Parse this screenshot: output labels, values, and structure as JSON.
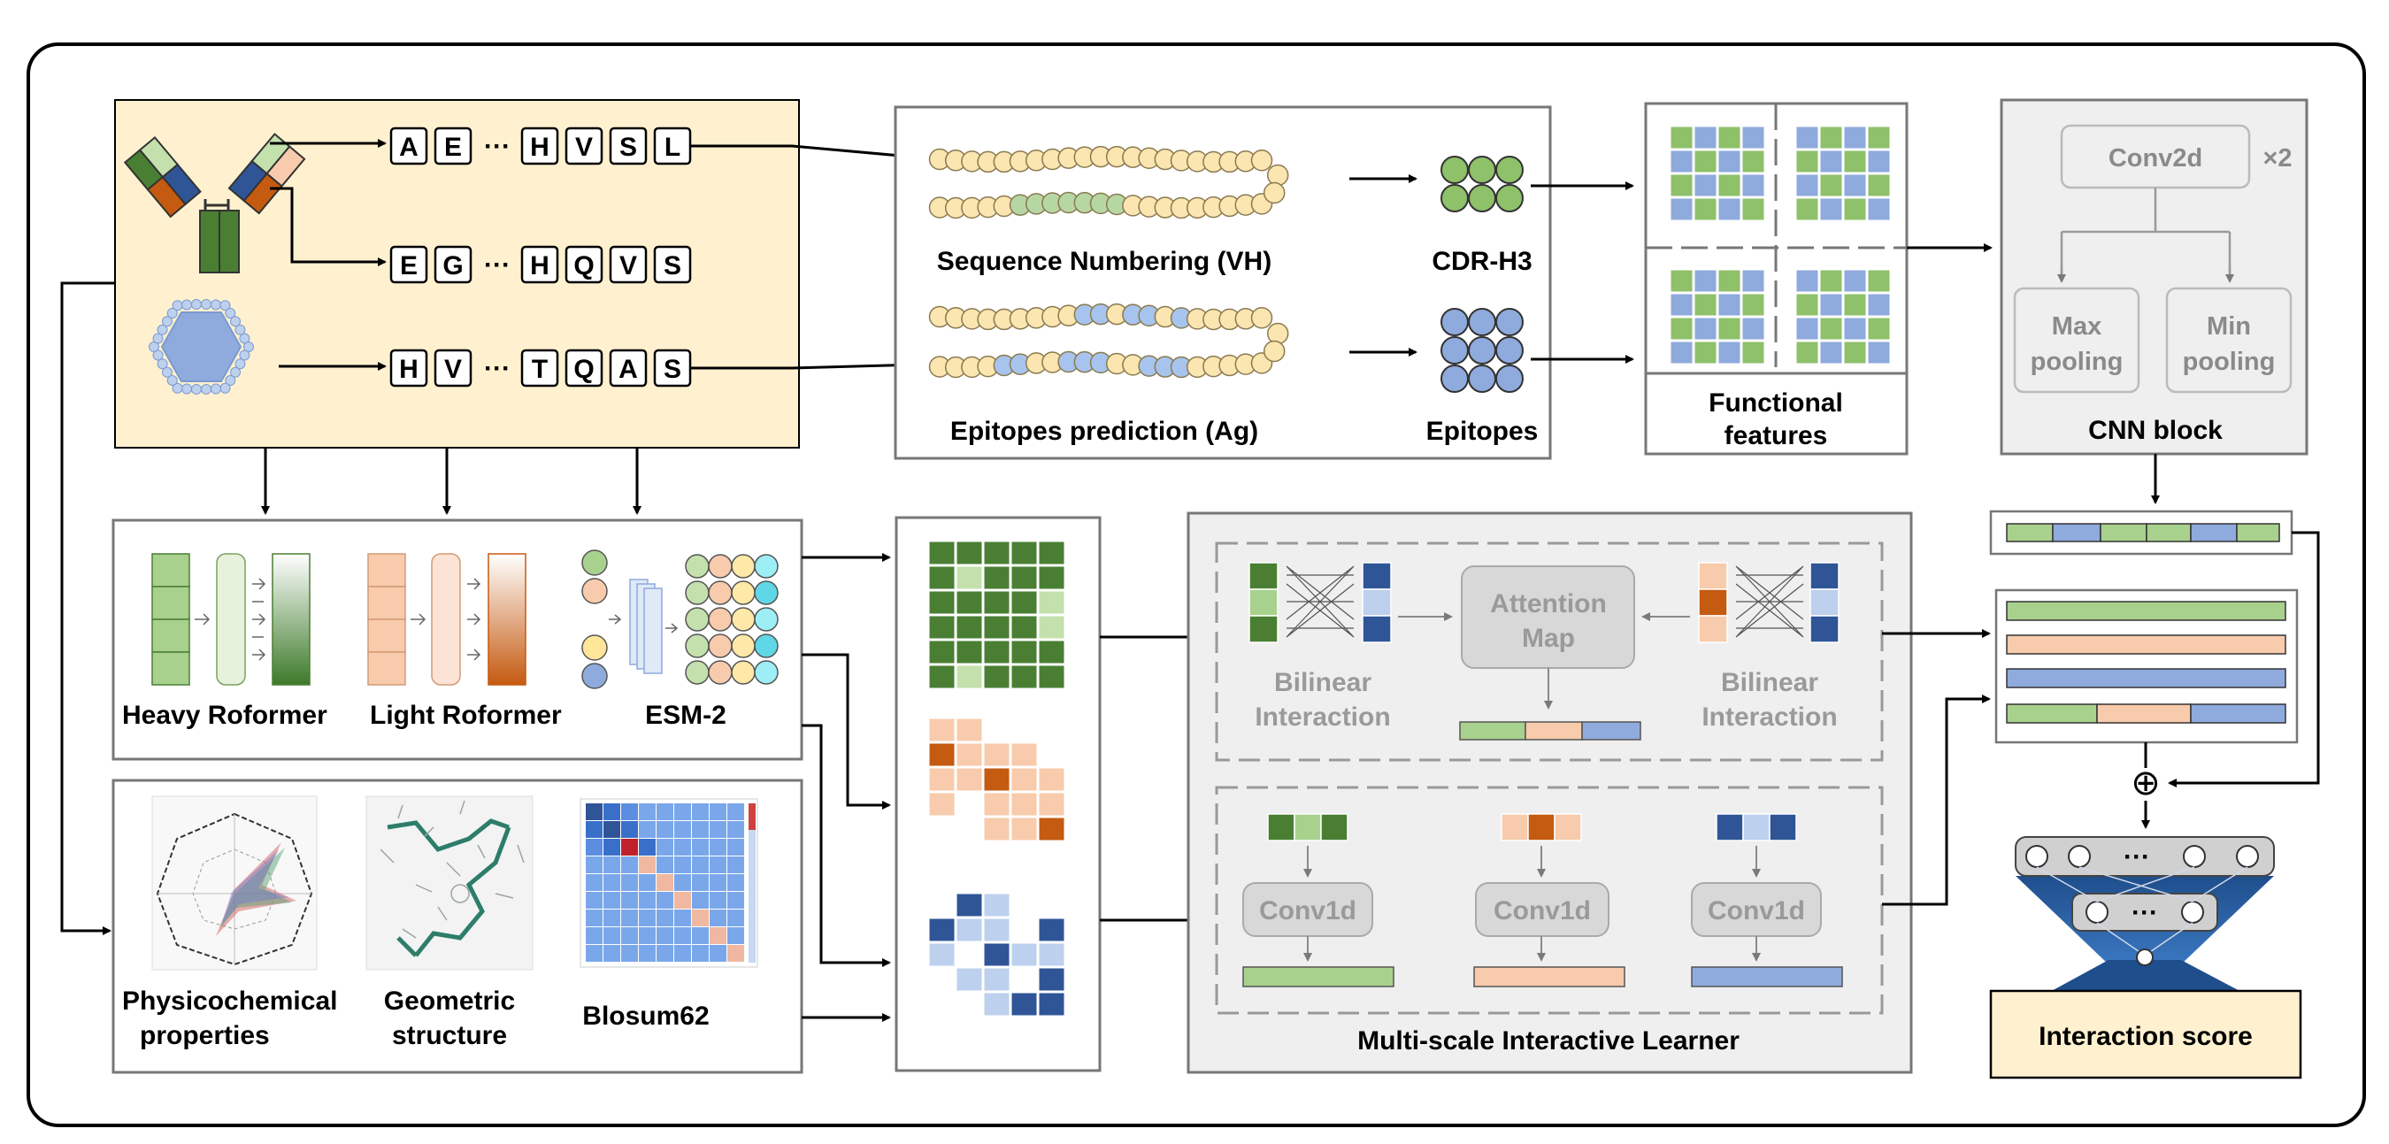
{
  "antibody": {
    "heavy_seq_start": [
      "A",
      "E"
    ],
    "heavy_seq_end": [
      "H",
      "V",
      "S",
      "L"
    ],
    "light_seq_start": [
      "E",
      "G"
    ],
    "light_seq_end": [
      "H",
      "Q",
      "V",
      "S"
    ],
    "antigen_seq_start": [
      "H",
      "V"
    ],
    "antigen_seq_end": [
      "T",
      "Q",
      "A",
      "S"
    ],
    "ellipsis": "···"
  },
  "labels": {
    "sequence_numbering": "Sequence Numbering (VH)",
    "cdr_h3": "CDR-H3",
    "epitopes_prediction": "Epitopes prediction (Ag)",
    "epitopes": "Epitopes",
    "functional_features_1": "Functional",
    "functional_features_2": "features",
    "conv2d": "Conv2d",
    "x2": "×2",
    "max_pooling_1": "Max",
    "max_pooling_2": "pooling",
    "min_pooling_1": "Min",
    "min_pooling_2": "pooling",
    "cnn_block": "CNN block",
    "heavy_roformer": "Heavy Roformer",
    "light_roformer": "Light Roformer",
    "esm2": "ESM-2",
    "physicochemical_1": "Physicochemical",
    "physicochemical_2": "properties",
    "geometric_1": "Geometric",
    "geometric_2": "structure",
    "blosum": "Blosum62",
    "bilinear_1": "Bilinear",
    "bilinear_2": "Interaction",
    "attention_1": "Attention",
    "attention_2": "Map",
    "conv1d": "Conv1d",
    "multiscale": "Multi-scale Interactive Learner",
    "interaction_score": "Interaction score",
    "plus": "⊕",
    "dots": "···"
  },
  "colors": {
    "green_dark": "#4a7f33",
    "green_mid": "#8fc06a",
    "green_light": "#c3e0ad",
    "orange_dark": "#c55a11",
    "orange_light": "#f7cbac",
    "blue_dark": "#2f5597",
    "blue_mid": "#8faadc",
    "blue_light": "#bdd0ee",
    "bead_yellow": "#fbe5b0",
    "bead_green": "#b6d7a3",
    "bead_blue": "#a7c4ee",
    "input_panel": "#fff1cf"
  }
}
